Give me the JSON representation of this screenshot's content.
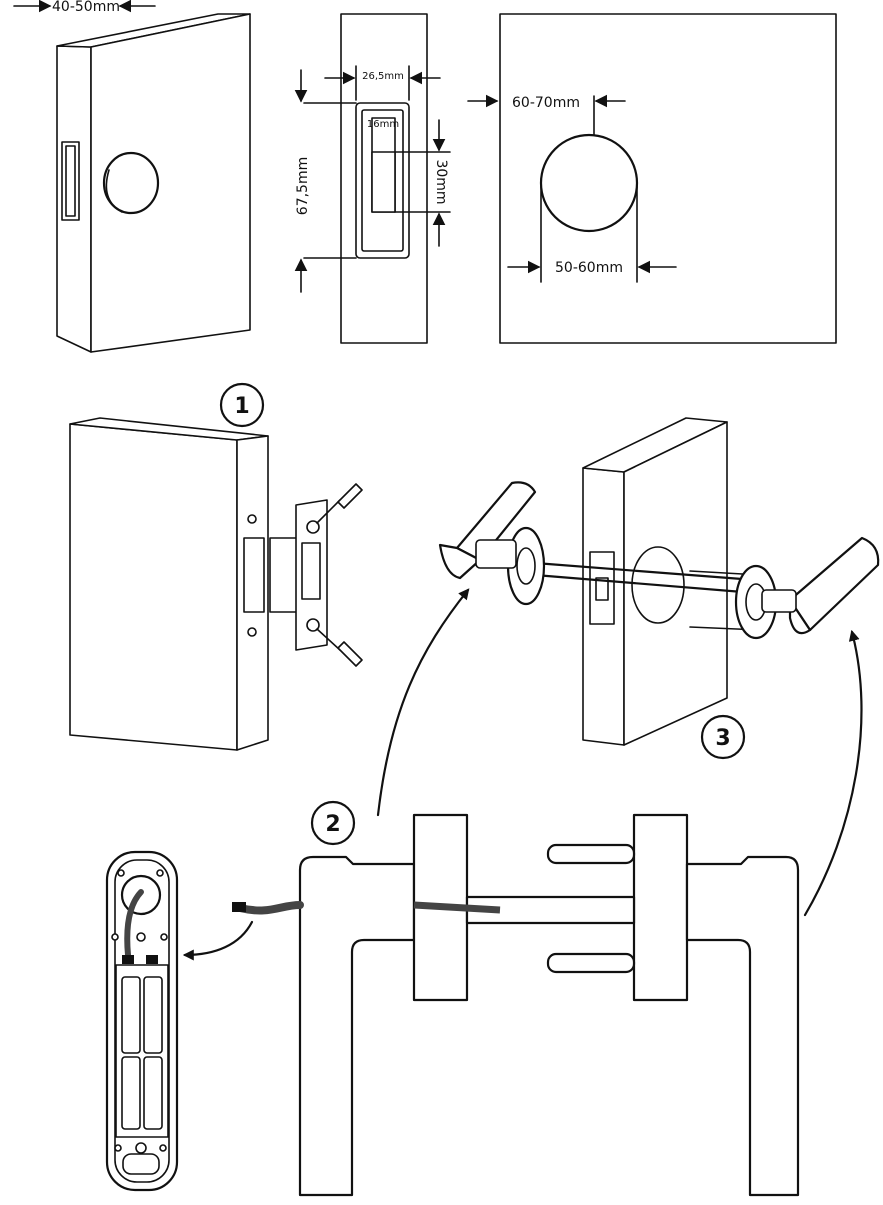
{
  "door_thickness": "40-50mm",
  "strike": {
    "width": "26,5mm",
    "inner_width": "16mm",
    "height": "67,5mm",
    "inner_height": "30mm"
  },
  "hole": {
    "offset": "60-70mm",
    "diameter": "50-60mm"
  },
  "steps": [
    "1",
    "2",
    "3"
  ]
}
